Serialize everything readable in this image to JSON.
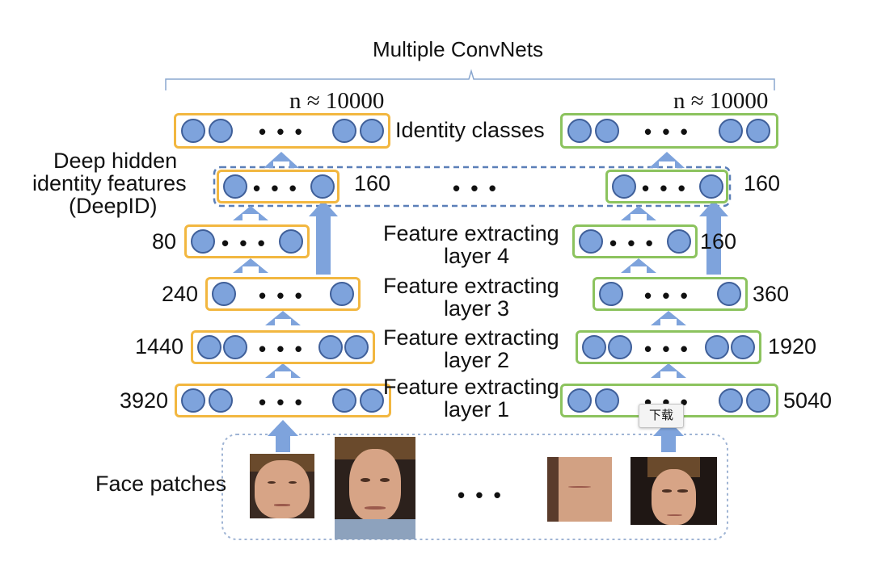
{
  "title": "Multiple ConvNets",
  "n_left": "n ≈ 10000",
  "n_right": "n ≈ 10000",
  "identity_classes": "Identity classes",
  "deepid_label": [
    "Deep hidden",
    "identity features",
    "(DeepID)"
  ],
  "deepid_mid_dots": "• • •",
  "face_patches": "Face patches",
  "face_dots": "• • •",
  "tooltip": "下载",
  "layers": [
    {
      "lines": [
        "Feature extracting",
        "layer 4"
      ]
    },
    {
      "lines": [
        "Feature extracting",
        "layer 3"
      ]
    },
    {
      "lines": [
        "Feature extracting",
        "layer 2"
      ]
    },
    {
      "lines": [
        "Feature extracting",
        "layer 1"
      ]
    }
  ],
  "left_sizes": {
    "deepid": "160",
    "l4": "80",
    "l3": "240",
    "l2": "1440",
    "l1": "3920"
  },
  "right_sizes": {
    "deepid": "160",
    "l4": "160",
    "l3": "360",
    "l2": "1920",
    "l1": "5040"
  },
  "colors": {
    "left_box": "#f2b740",
    "right_box": "#8cc35e",
    "node": "#7ea3dc",
    "arrow": "#7ea3dc",
    "dashed": "#5b7fb8"
  }
}
